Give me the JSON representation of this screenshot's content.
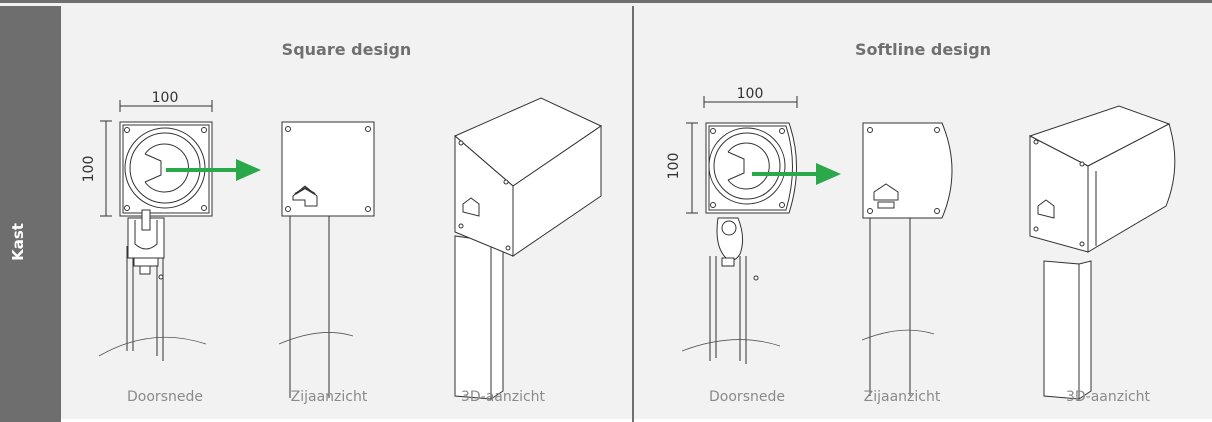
{
  "sidebar": {
    "label": "Kast"
  },
  "panels": [
    {
      "title": "Square design",
      "dim_width": "100",
      "dim_height": "100",
      "captions": [
        "Doorsnede",
        "Zijaanzicht",
        "3D-aanzicht"
      ]
    },
    {
      "title": "Softline design",
      "dim_width": "100",
      "dim_height": "100",
      "captions": [
        "Doorsnede",
        "Zijaanzicht",
        "3D-aanzicht"
      ]
    }
  ],
  "colors": {
    "arrow": "#2aa84a",
    "sidebar": "#6e6e6e",
    "background": "#f2f2f2",
    "divider": "#6f6f6f"
  }
}
